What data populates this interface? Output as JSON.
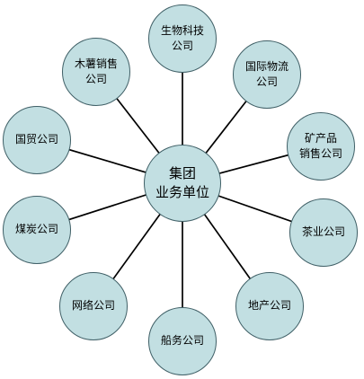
{
  "colors": {
    "node_fill": "#c2dfe2",
    "node_border": "#3f5f66",
    "line": "#000000"
  },
  "center": {
    "lines": [
      "集团",
      "业务单位"
    ]
  },
  "units": [
    {
      "id": "biotech",
      "lines": [
        "生物科技",
        "公司"
      ]
    },
    {
      "id": "logistics",
      "lines": [
        "国际物流",
        "公司"
      ]
    },
    {
      "id": "mineral",
      "lines": [
        "矿产品",
        "销售公司"
      ]
    },
    {
      "id": "tea",
      "lines": [
        "茶业公司"
      ]
    },
    {
      "id": "realestate",
      "lines": [
        "地产公司"
      ]
    },
    {
      "id": "shipping",
      "lines": [
        "船务公司"
      ]
    },
    {
      "id": "network",
      "lines": [
        "网络公司"
      ]
    },
    {
      "id": "coal",
      "lines": [
        "煤炭公司"
      ]
    },
    {
      "id": "trade",
      "lines": [
        "国贸公司"
      ]
    },
    {
      "id": "cassava",
      "lines": [
        "木薯销售",
        "公司"
      ]
    }
  ]
}
